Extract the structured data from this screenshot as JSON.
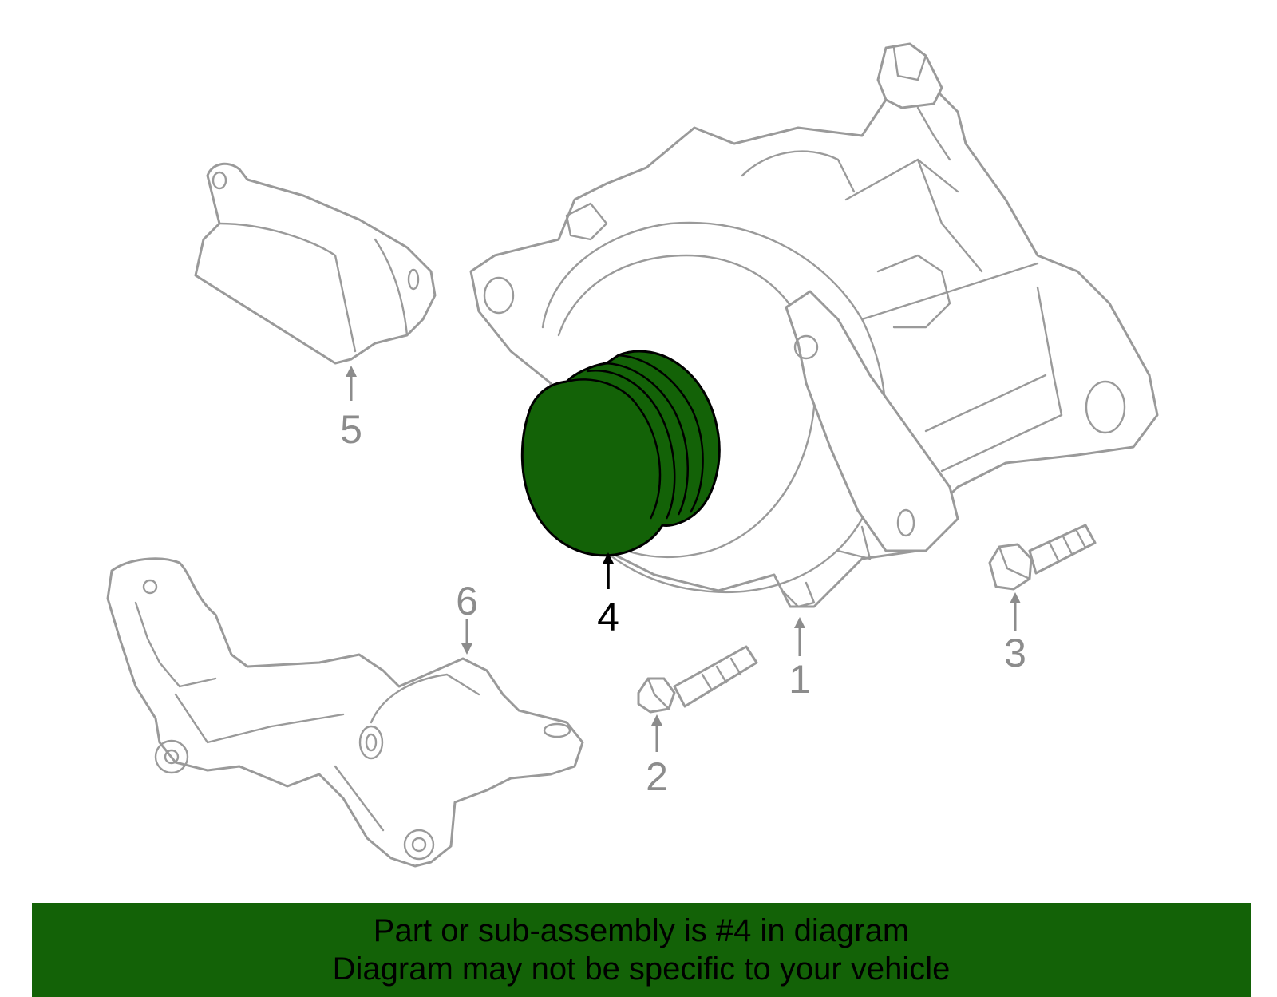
{
  "callouts": [
    {
      "id": "1",
      "label": "1",
      "highlighted": false
    },
    {
      "id": "2",
      "label": "2",
      "highlighted": false
    },
    {
      "id": "3",
      "label": "3",
      "highlighted": false
    },
    {
      "id": "4",
      "label": "4",
      "highlighted": true
    },
    {
      "id": "5",
      "label": "5",
      "highlighted": false
    },
    {
      "id": "6",
      "label": "6",
      "highlighted": false
    }
  ],
  "banner": {
    "line1": "Part or sub-assembly is #4 in diagram",
    "line2": "Diagram may not be specific to your vehicle"
  },
  "colors": {
    "highlight": "#136207",
    "outline": "#9a9a9a",
    "callout_text": "#8c8c8c"
  }
}
